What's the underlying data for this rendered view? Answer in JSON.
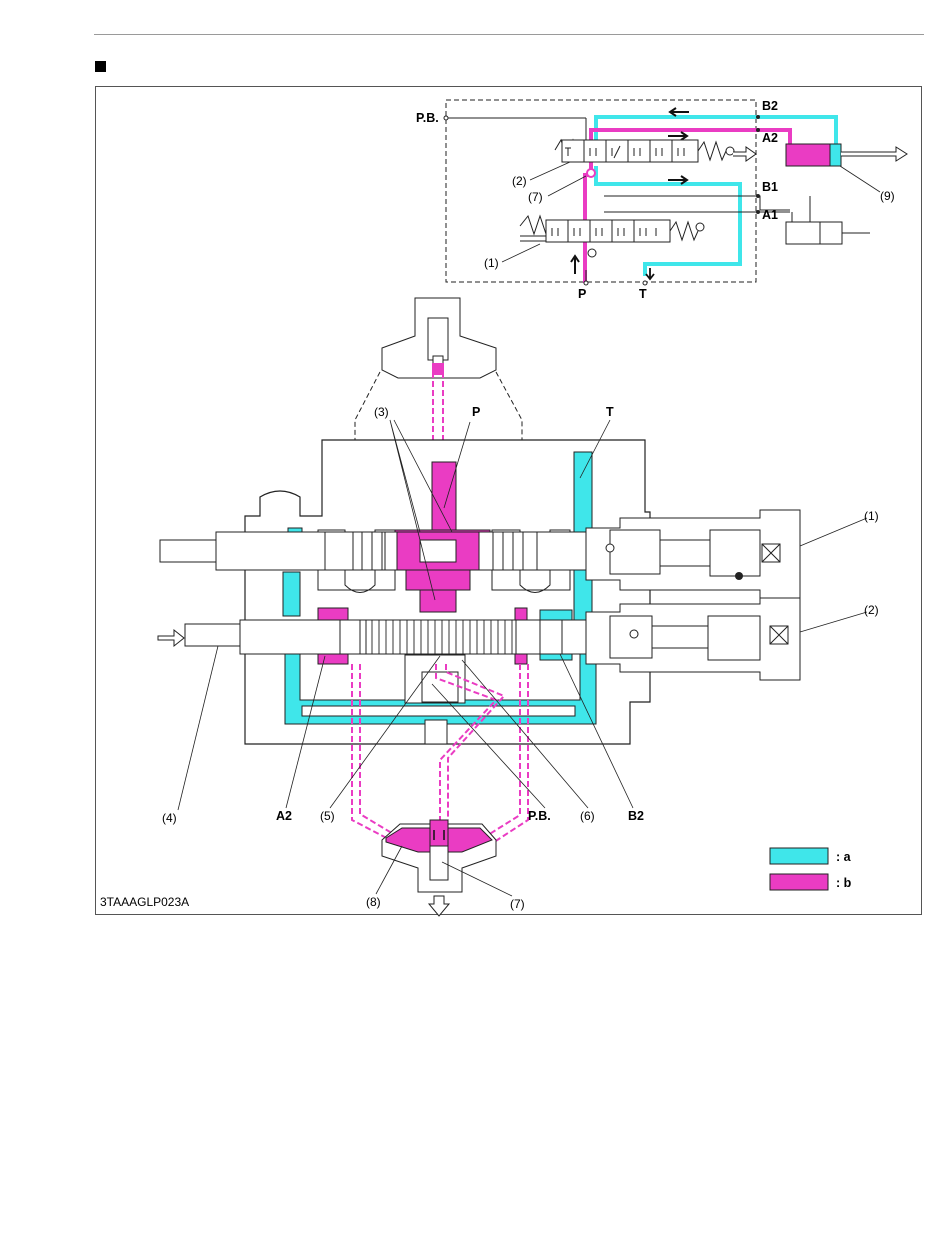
{
  "figure_code": "3TAAAGLP023A",
  "colors": {
    "a": "#3fe6ea",
    "b": "#ea3cc3",
    "line": "#222222"
  },
  "legend": [
    {
      "key": "a",
      "label": ": a",
      "color": "#3fe6ea"
    },
    {
      "key": "b",
      "label": ": b",
      "color": "#ea3cc3"
    }
  ],
  "schematic": {
    "labels": {
      "pb": "P.B.",
      "b2": "B2",
      "a2": "A2",
      "b1": "B1",
      "a1": "A1",
      "p": "P",
      "t": "T",
      "n2": "(2)",
      "n7": "(7)",
      "n1": "(1)",
      "n9": "(9)"
    }
  },
  "cross_section": {
    "labels": {
      "n3": "(3)",
      "p": "P",
      "t": "T",
      "n1": "(1)",
      "n2": "(2)",
      "n4": "(4)",
      "a2": "A2",
      "n5": "(5)",
      "pb": "P.B.",
      "n6": "(6)",
      "b2": "B2",
      "n8": "(8)",
      "n7": "(7)"
    }
  }
}
